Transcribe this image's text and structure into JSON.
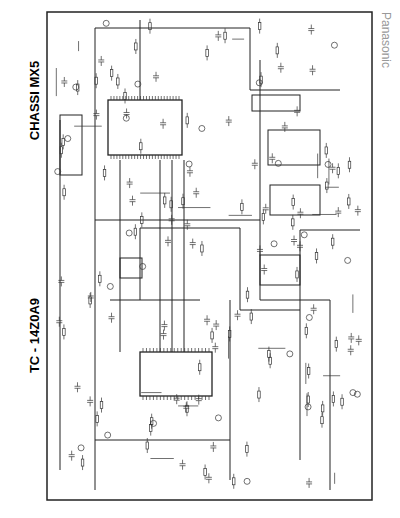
{
  "diagram": {
    "labels": [
      "TC - 14Z0A9",
      "CHASSI MX5",
      "Panasonic"
    ]
  }
}
